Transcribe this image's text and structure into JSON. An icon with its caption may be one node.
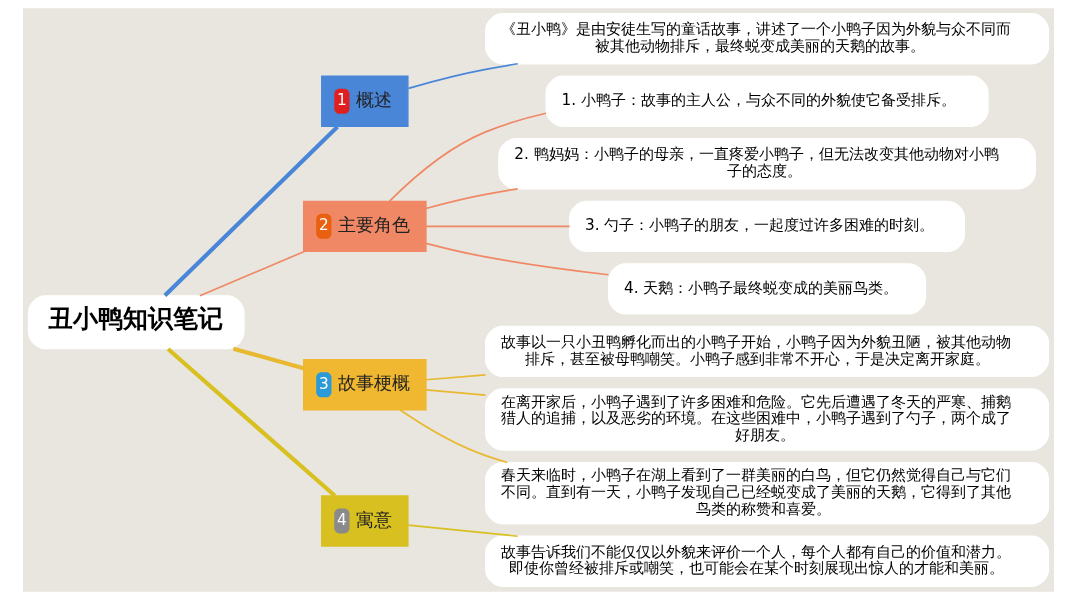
{
  "diagram": {
    "nodes": [
      {
        "text": [
          "丑小鸭知识笔记"
        ]
      },
      {
        "text": [
          "1",
          "概述"
        ]
      },
      {
        "text": [
          "《丑小鸭》是由安徒生写的童话故事，讲述了一个小鸭子因为外貌与众不同而被其他动物排斥，最终蜕变成美丽的天鹅的故事。"
        ]
      },
      {
        "text": [
          "2",
          "主要角色"
        ]
      },
      {
        "text": [
          "1. 小鸭子：故事的主人公，与众不同的外貌使它备受排斥。"
        ]
      },
      {
        "text": [
          "2. 鸭妈妈：小鸭子的母亲，一直疼爱小鸭子，但无法改变其他动物对小鸭子的态度。"
        ]
      },
      {
        "text": [
          "3. 勺子：小鸭子的朋友，一起度过许多困难的时刻。"
        ]
      },
      {
        "text": [
          "4. 天鹅：小鸭子最终蜕变成的美丽鸟类。"
        ]
      },
      {
        "text": [
          "3",
          "故事梗概"
        ]
      },
      {
        "text": [
          "故事以一只小丑鸭孵化而出的小鸭子开始，小鸭子因为外貌丑陋，被其他动物排斥，甚至被母鸭嘲笑。小鸭子感到非常不开心，于是决定离开家庭。"
        ]
      },
      {
        "text": [
          "在离开家后，小鸭子遇到了许多困难和危险。它先后遭遇了冬天的严寒、捕鹅猎人的追捕，以及恶劣的环境。在这些困难中，小鸭子遇到了勺子，两个成了好朋友。"
        ]
      },
      {
        "text": [
          "春天来临时，小鸭子在湖上看到了一群美丽的白鸟，但它仍然觉得自己与它们不同。直到有一天，小鸭子发现自己已经蜕变成了美丽的天鹅，它得到了其他鸟类的称赞和喜爱。"
        ]
      },
      {
        "text": [
          "4",
          "寓意"
        ]
      },
      {
        "text": [
          "故事告诉我们不能仅仅以外貌来评价一个人，每个人都有自己的价值和潜力。即使你曾经被排斥或嘲笑，也可能会在某个时刻展现出惊人的才能和美丽。"
        ]
      }
    ],
    "edges": [
      {
        "from": 0,
        "to": 1,
        "arrow": "none",
        "style": "thick",
        "color": "#4a86d8"
      },
      {
        "from": 1,
        "to": 2,
        "arrow": "none",
        "color": "#4a86d8"
      },
      {
        "from": 0,
        "to": 3,
        "arrow": "none",
        "color": "#f08866"
      },
      {
        "from": 3,
        "to": 4,
        "arrow": "none",
        "color": "#f08866"
      },
      {
        "from": 3,
        "to": 5,
        "arrow": "none",
        "color": "#f08866"
      },
      {
        "from": 3,
        "to": 6,
        "arrow": "none",
        "color": "#f08866"
      },
      {
        "from": 3,
        "to": 7,
        "arrow": "none",
        "color": "#f08866"
      },
      {
        "from": 0,
        "to": 8,
        "arrow": "none",
        "style": "thick",
        "color": "#e8b830"
      },
      {
        "from": 8,
        "to": 9,
        "arrow": "none",
        "color": "#e8b830"
      },
      {
        "from": 8,
        "to": 10,
        "arrow": "none",
        "color": "#e8b830"
      },
      {
        "from": 8,
        "to": 11,
        "arrow": "none",
        "color": "#e8b830"
      },
      {
        "from": 0,
        "to": 12,
        "arrow": "none",
        "style": "thick",
        "color": "#d8c020"
      },
      {
        "from": 12,
        "to": 13,
        "arrow": "none",
        "color": "#d8c020"
      }
    ]
  }
}
